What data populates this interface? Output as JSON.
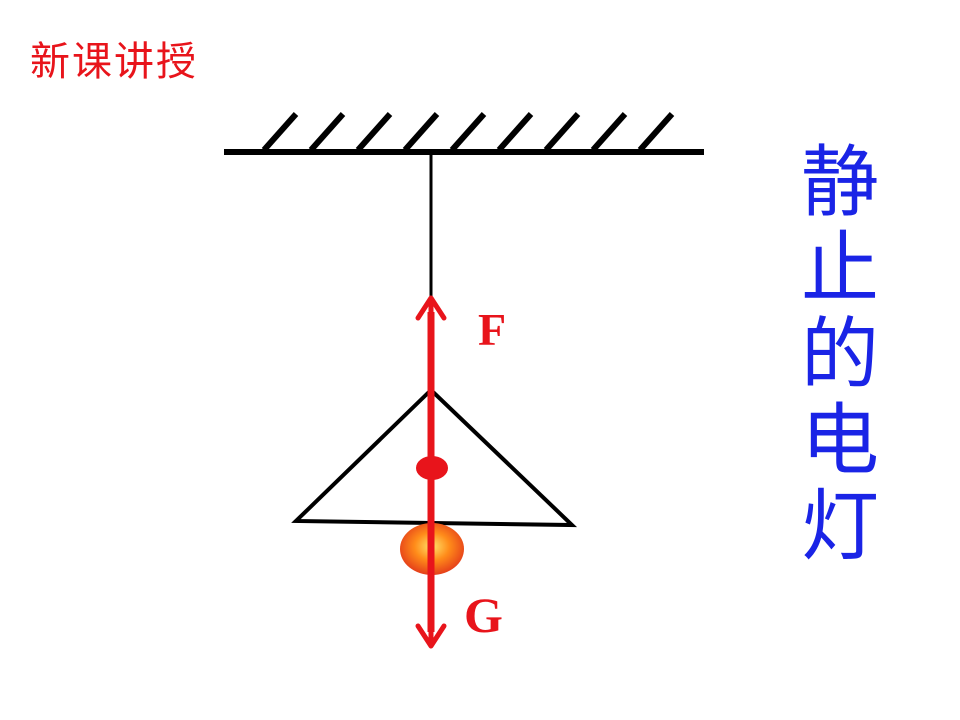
{
  "header": {
    "title": "新课讲授"
  },
  "caption": {
    "chars": [
      "静",
      "止",
      "的",
      "电",
      "灯"
    ]
  },
  "forces": {
    "up": {
      "label": "F"
    },
    "down": {
      "label": "G"
    }
  },
  "colors": {
    "title": "#e8141b",
    "caption": "#1a24e6",
    "force": "#e8141b",
    "structure": "#000000"
  }
}
